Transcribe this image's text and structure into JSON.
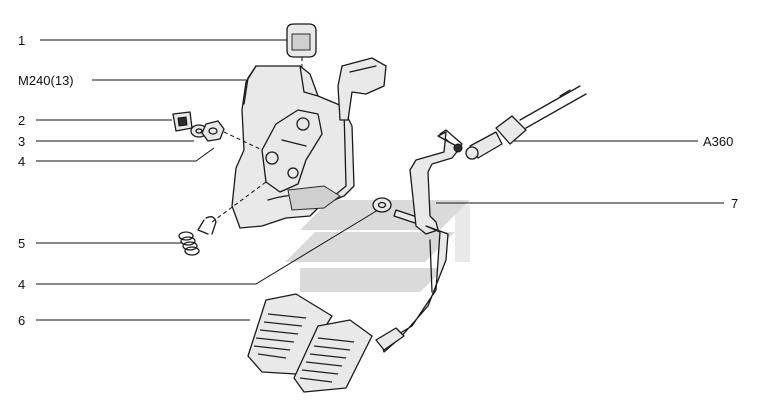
{
  "callouts": {
    "c1": "1",
    "c_m240": "M240(13)",
    "c2": "2",
    "c3": "3",
    "c4a": "4",
    "c5": "5",
    "c4b": "4",
    "c6": "6",
    "c_a360": "A360",
    "c7": "7"
  },
  "colors": {
    "watermark": "#bdbdbd",
    "line": "#1a1a1a",
    "background": "#ffffff"
  },
  "icons": {
    "watermark": "manufacturer-logo-watermark"
  }
}
